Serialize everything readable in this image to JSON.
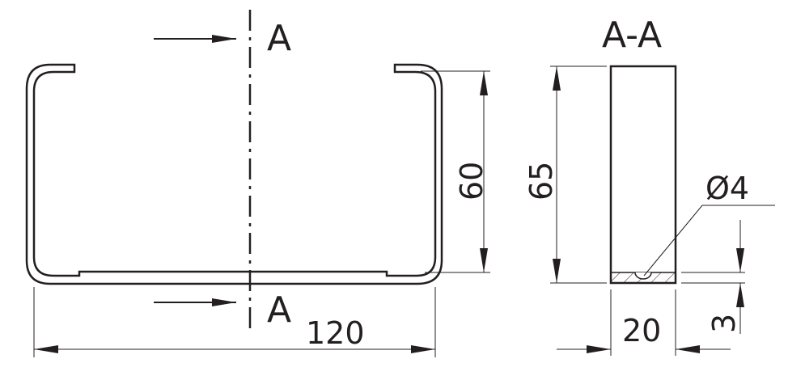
{
  "drawing": {
    "section_marker_top": "A",
    "section_marker_bottom": "A",
    "section_title": "A-A",
    "dimensions": {
      "width": "120",
      "inner_height": "60",
      "section_height": "65",
      "section_width": "20",
      "hole_diameter": "Ø4",
      "base_thickness": "3"
    }
  }
}
